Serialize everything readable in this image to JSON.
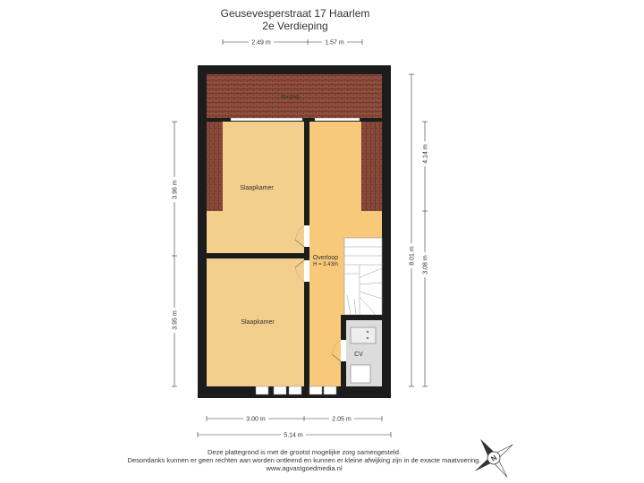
{
  "header": {
    "address": "Geusevesperstraat 17 Haarlem",
    "floor": "2e Verdieping"
  },
  "dimensions": {
    "top_left": "2.49 m",
    "top_right": "1.57 m",
    "bottom_left": "3.00 m",
    "bottom_right": "2.05 m",
    "bottom_total": "5.14 m",
    "left_upper": "3.96 m",
    "left_lower": "3.95 m",
    "right_upper": "4.14 m",
    "right_lower": "3.08 m",
    "right_total": "8.01 m"
  },
  "rooms": {
    "berging": "Berging",
    "slaapkamer_top": "Slaapkamer",
    "slaapkamer_bottom": "Slaapkamer",
    "overloop": "Overloop",
    "overloop_height": "H = 3.43m",
    "cv": "CV"
  },
  "disclaimer": {
    "line1": "Deze plattegrond is met de grootst mogelijke zorg samengesteld.",
    "line2": "Desondanks kunnen er geen rechten aan worden ontleend en kunnen er kleine afwijking zijn in de exacte maatvoering.",
    "line3": "www.agvastgoedmedia.nl"
  },
  "compass": {
    "label": "N"
  },
  "colors": {
    "wall": "#1c1c1c",
    "bedroom_floor": "#f2cf8c",
    "landing_floor": "#f8c97a",
    "roof_tiles": "#8a4a3a",
    "cv_floor": "#dcdcdc"
  }
}
